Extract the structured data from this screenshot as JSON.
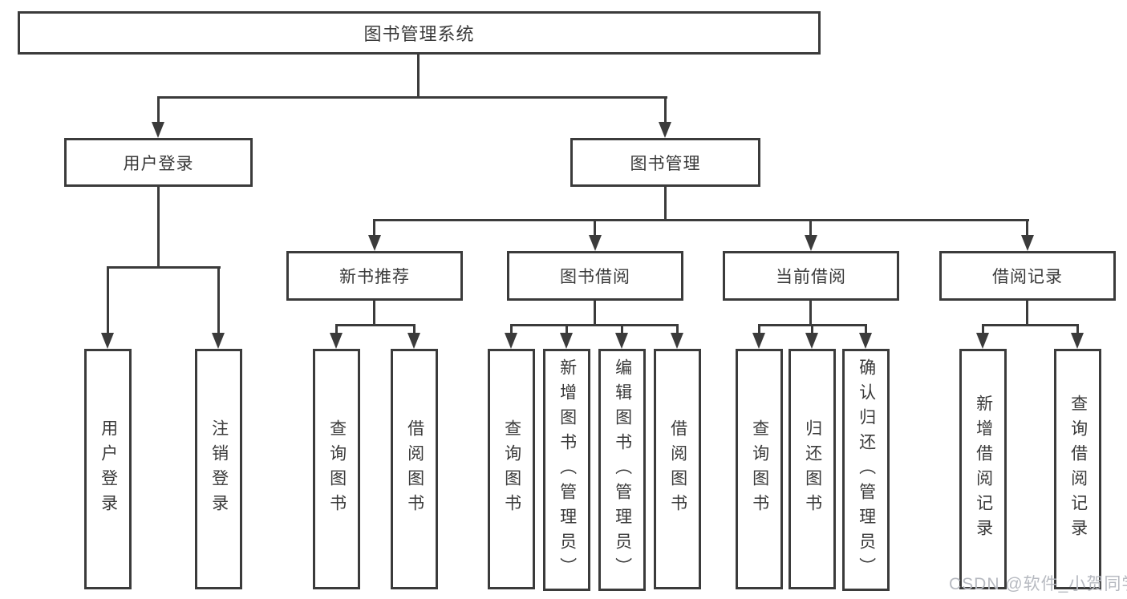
{
  "colors": {
    "line": "#3b3b3b",
    "box_border": "#3b3b3b",
    "text": "#3a3a3a",
    "background": "#ffffff",
    "watermark": "#b7bac1"
  },
  "diagram": {
    "root": {
      "label": "图书管理系统"
    },
    "branches": [
      {
        "label": "用户登录",
        "children": [
          {
            "label": "用户登录"
          },
          {
            "label": "注销登录"
          }
        ]
      },
      {
        "label": "图书管理",
        "children": [
          {
            "label": "新书推荐",
            "children": [
              {
                "label": "查询图书"
              },
              {
                "label": "借阅图书"
              }
            ]
          },
          {
            "label": "图书借阅",
            "children": [
              {
                "label": "查询图书"
              },
              {
                "label": "新增图书（管理员）"
              },
              {
                "label": "编辑图书（管理员）"
              },
              {
                "label": "借阅图书"
              }
            ]
          },
          {
            "label": "当前借阅",
            "children": [
              {
                "label": "查询图书"
              },
              {
                "label": "归还图书"
              },
              {
                "label": "确认归还（管理员）"
              }
            ]
          },
          {
            "label": "借阅记录",
            "children": [
              {
                "label": "新增借阅记录"
              },
              {
                "label": "查询借阅记录"
              }
            ]
          }
        ]
      }
    ],
    "watermark": "CSDN @软件_小贺同学"
  }
}
